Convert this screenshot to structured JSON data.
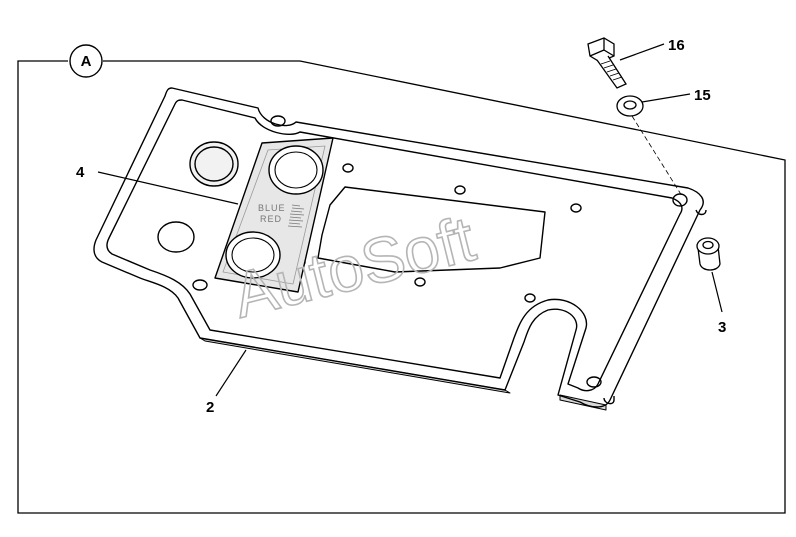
{
  "view": {
    "label": "A"
  },
  "callouts": [
    {
      "id": "16",
      "part": "bolt"
    },
    {
      "id": "15",
      "part": "washer"
    },
    {
      "id": "4",
      "part": "connector-plate"
    },
    {
      "id": "3",
      "part": "spacer-bushing"
    },
    {
      "id": "2",
      "part": "mounting-plate"
    }
  ],
  "plate_markings": {
    "line1": "BLUE",
    "line2": "RED"
  },
  "watermark": {
    "text": "AutoSoft"
  },
  "colors": {
    "line": "#000000",
    "watermark": "#b5b5b5",
    "background": "#ffffff"
  }
}
